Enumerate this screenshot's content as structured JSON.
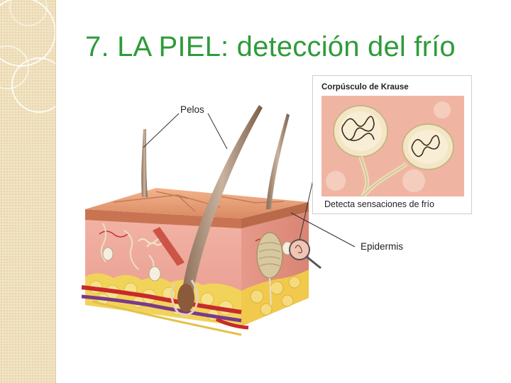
{
  "slide": {
    "title": "7. LA PIEL: detección del frío"
  },
  "illustration": {
    "labels": {
      "hairs": "Pelos",
      "epidermis": "Epidermis"
    },
    "inset": {
      "title": "Corpúsculo de Krause",
      "caption": "Detecta sensaciones de frío"
    }
  },
  "colors": {
    "title": "#2e9b3a",
    "sidebar": "#f1e3c2",
    "skin_surface": "#e7a27a",
    "fat": "#f2d35a"
  }
}
